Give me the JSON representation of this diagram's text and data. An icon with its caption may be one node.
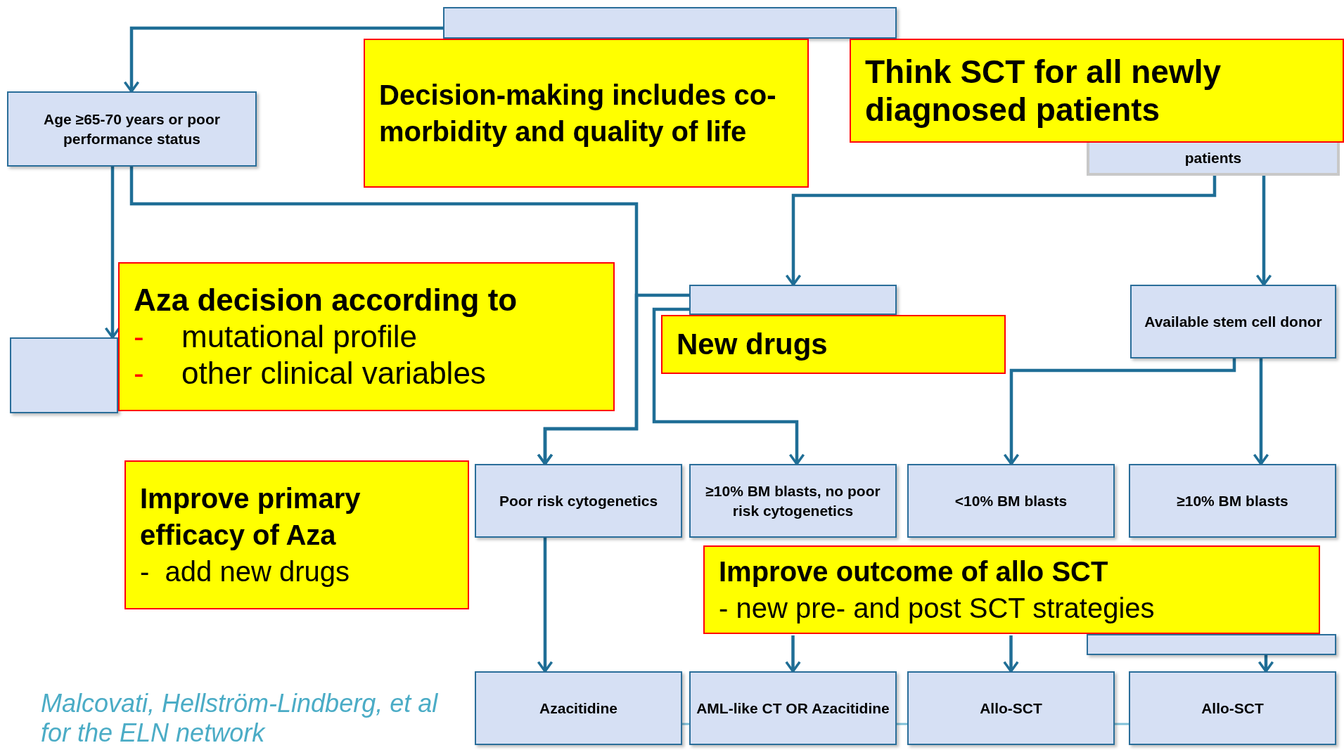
{
  "diagram": {
    "nodes": [
      {
        "text": [],
        "shape": "box"
      },
      {
        "text": [
          "Age ≥65-70 years or poor performance status"
        ]
      },
      {
        "text": [],
        "shape": "box"
      },
      {
        "text": [],
        "shape": "box"
      },
      {
        "text": [
          "patients"
        ]
      },
      {
        "text": [
          "Available stem cell donor"
        ]
      },
      {
        "text": [
          "Poor risk cytogenetics"
        ]
      },
      {
        "text": [
          "≥10% BM blasts, no poor risk cytogenetics"
        ]
      },
      {
        "text": [
          "<10% BM blasts"
        ]
      },
      {
        "text": [
          "≥10% BM blasts"
        ]
      },
      {
        "text": [],
        "shape": "box"
      },
      {
        "text": [
          "Azacitidine"
        ]
      },
      {
        "text": [
          "AML-like CT OR Azacitidine"
        ]
      },
      {
        "text": [
          "Allo-SCT"
        ]
      },
      {
        "text": [
          "Allo-SCT"
        ]
      },
      {
        "text": [
          "Decision-making includes co-morbidity and quality of life"
        ]
      },
      {
        "text": [
          "Think SCT for all newly diagnosed patients"
        ]
      },
      {
        "text": [
          "Aza decision according to",
          "-",
          "mutational profile",
          "-",
          "other clinical variables"
        ]
      },
      {
        "text": [
          "New drugs"
        ]
      },
      {
        "text": [
          "Improve primary efficacy of Aza",
          "-  add new drugs"
        ]
      },
      {
        "text": [
          "Improve outcome of allo SCT",
          "- new pre- and post SCT strategies"
        ]
      }
    ],
    "edges": [
      {
        "from": 0,
        "to": 1,
        "arrow": "to"
      },
      {
        "from": 1,
        "to": 2,
        "arrow": "to"
      },
      {
        "from": 1,
        "to": 6,
        "arrow": "to"
      },
      {
        "from": 4,
        "to": 3,
        "arrow": "to"
      },
      {
        "from": 4,
        "to": 5,
        "arrow": "to"
      },
      {
        "from": 3,
        "to": 6,
        "arrow": "to"
      },
      {
        "from": 3,
        "to": 7,
        "arrow": "to"
      },
      {
        "from": 5,
        "to": 8,
        "arrow": "to"
      },
      {
        "from": 5,
        "to": 9,
        "arrow": "to"
      },
      {
        "from": 6,
        "to": 11,
        "arrow": "to"
      },
      {
        "from": 20,
        "to": 12,
        "arrow": "to"
      },
      {
        "from": 20,
        "to": 13,
        "arrow": "to"
      },
      {
        "from": 10,
        "to": 14,
        "arrow": "to"
      },
      {
        "from": 11,
        "to": 12,
        "arrow": "none",
        "color": "#7fc0d8"
      },
      {
        "from": 12,
        "to": 13,
        "arrow": "none",
        "color": "#7fc0d8"
      },
      {
        "from": 13,
        "to": 14,
        "arrow": "none",
        "color": "#7fc0d8"
      }
    ],
    "labels": [
      "Malcovati, Hellström-Lindberg, et al for the ELN network"
    ]
  }
}
